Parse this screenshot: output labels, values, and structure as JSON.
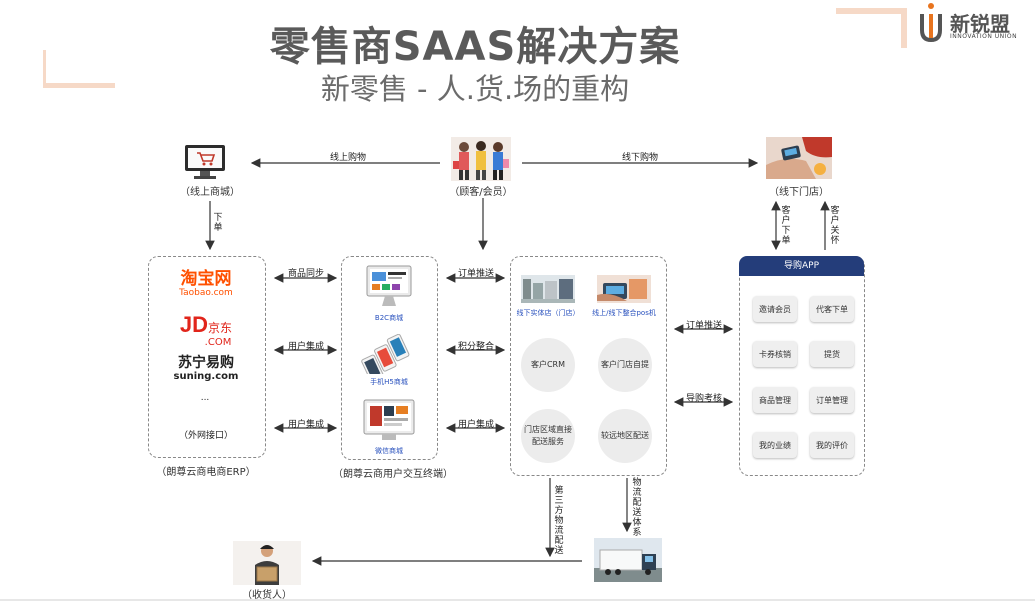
{
  "header": {
    "title": "零售商SAAS解决方案",
    "subtitle": "新零售 - 人.货.场的重构",
    "logo_text": "新锐盟",
    "logo_sub": "INNOVATION UNION"
  },
  "top": {
    "online_mall": "（线上商城）",
    "customer": "（顾客/会员）",
    "offline_store": "（线下门店）",
    "online_purchase": "线上购物",
    "offline_purchase": "线下购物",
    "place_order": "下单",
    "customer_order": "客户下单",
    "customer_care": "客户关怀"
  },
  "erp": {
    "taobao_cn": "淘宝网",
    "taobao_en": "Taobao.com",
    "jd_a": "JD",
    "jd_b": "京东",
    "jd_c": ".COM",
    "suning_cn": "苏宁易购",
    "suning_en": "suning.com",
    "ellipsis": "...",
    "external": "（外网接口）",
    "caption": "（朗尊云商电商ERP）"
  },
  "links": {
    "product_sync": "商品同步",
    "user_integration_1": "用户集成",
    "user_integration_2": "用户集成",
    "order_push_1": "订单推送",
    "points_integration": "积分整合",
    "user_integration_3": "用户集成",
    "order_push_2": "订单推送",
    "guide_assessment": "导购考核",
    "third_party_logistics": "第三方物流配送",
    "logistics_system": "物流配送体系"
  },
  "terminal": {
    "b2c": "B2C商城",
    "h5": "手机H5商城",
    "wechat": "微信商城",
    "caption": "（朗尊云商用户交互终端）"
  },
  "store": {
    "offline_store": "线下实体店（门店）",
    "pos": "线上/线下整合pos机",
    "crm": "客户CRM",
    "self_pickup": "客户门店自提",
    "regional_delivery_a": "门店区域直接",
    "regional_delivery_b": "配送服务",
    "remote_delivery": "较远地区配送"
  },
  "guide_app": {
    "title": "导购APP",
    "items": [
      "邀请会员",
      "代客下单",
      "卡券核销",
      "提货",
      "商品管理",
      "订单管理",
      "我的业绩",
      "我的评价"
    ]
  },
  "bottom": {
    "receiver": "（收货人）"
  },
  "colors": {
    "accent": "#f6d9c7",
    "logo_orange": "#e8741e",
    "app_header": "#243d7a",
    "link_blue": "#2a52be"
  }
}
